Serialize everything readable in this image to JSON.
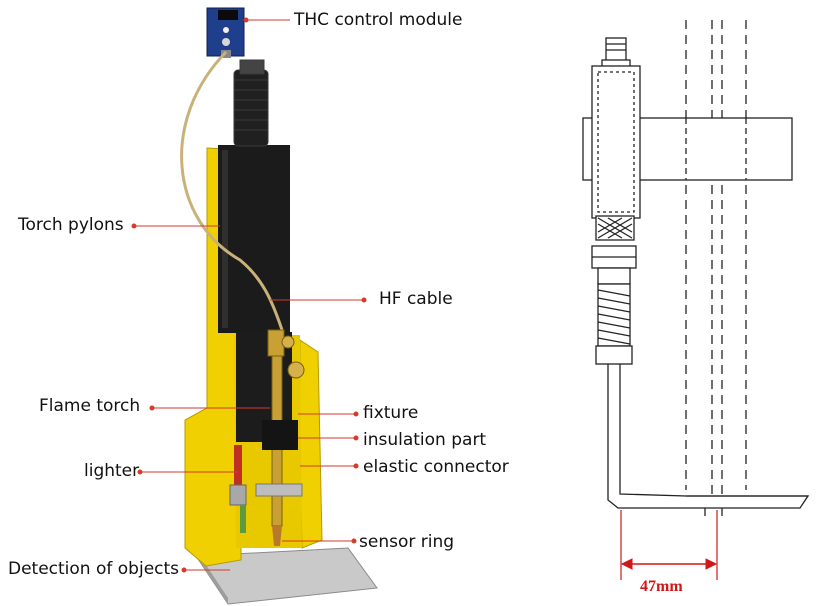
{
  "labels": {
    "thc_control_module": "THC control module",
    "torch_pylons": "Torch pylons",
    "hf_cable": "HF cable",
    "flame_torch": "Flame torch",
    "fixture": "fixture",
    "insulation_part": "insulation part",
    "lighter": "lighter",
    "elastic_connector": "elastic connector",
    "sensor_ring": "sensor ring",
    "detection_of_objects": "Detection of objects"
  },
  "dimension": "47mm",
  "colors": {
    "leader_line": "#d53a2a",
    "dimension": "#d01818",
    "pylon_yellow": "#f0d000",
    "bellows_black": "#1b1b1b",
    "brass": "#c8a033",
    "module_blue": "#1f3e8c",
    "drawing_line": "#222222"
  }
}
